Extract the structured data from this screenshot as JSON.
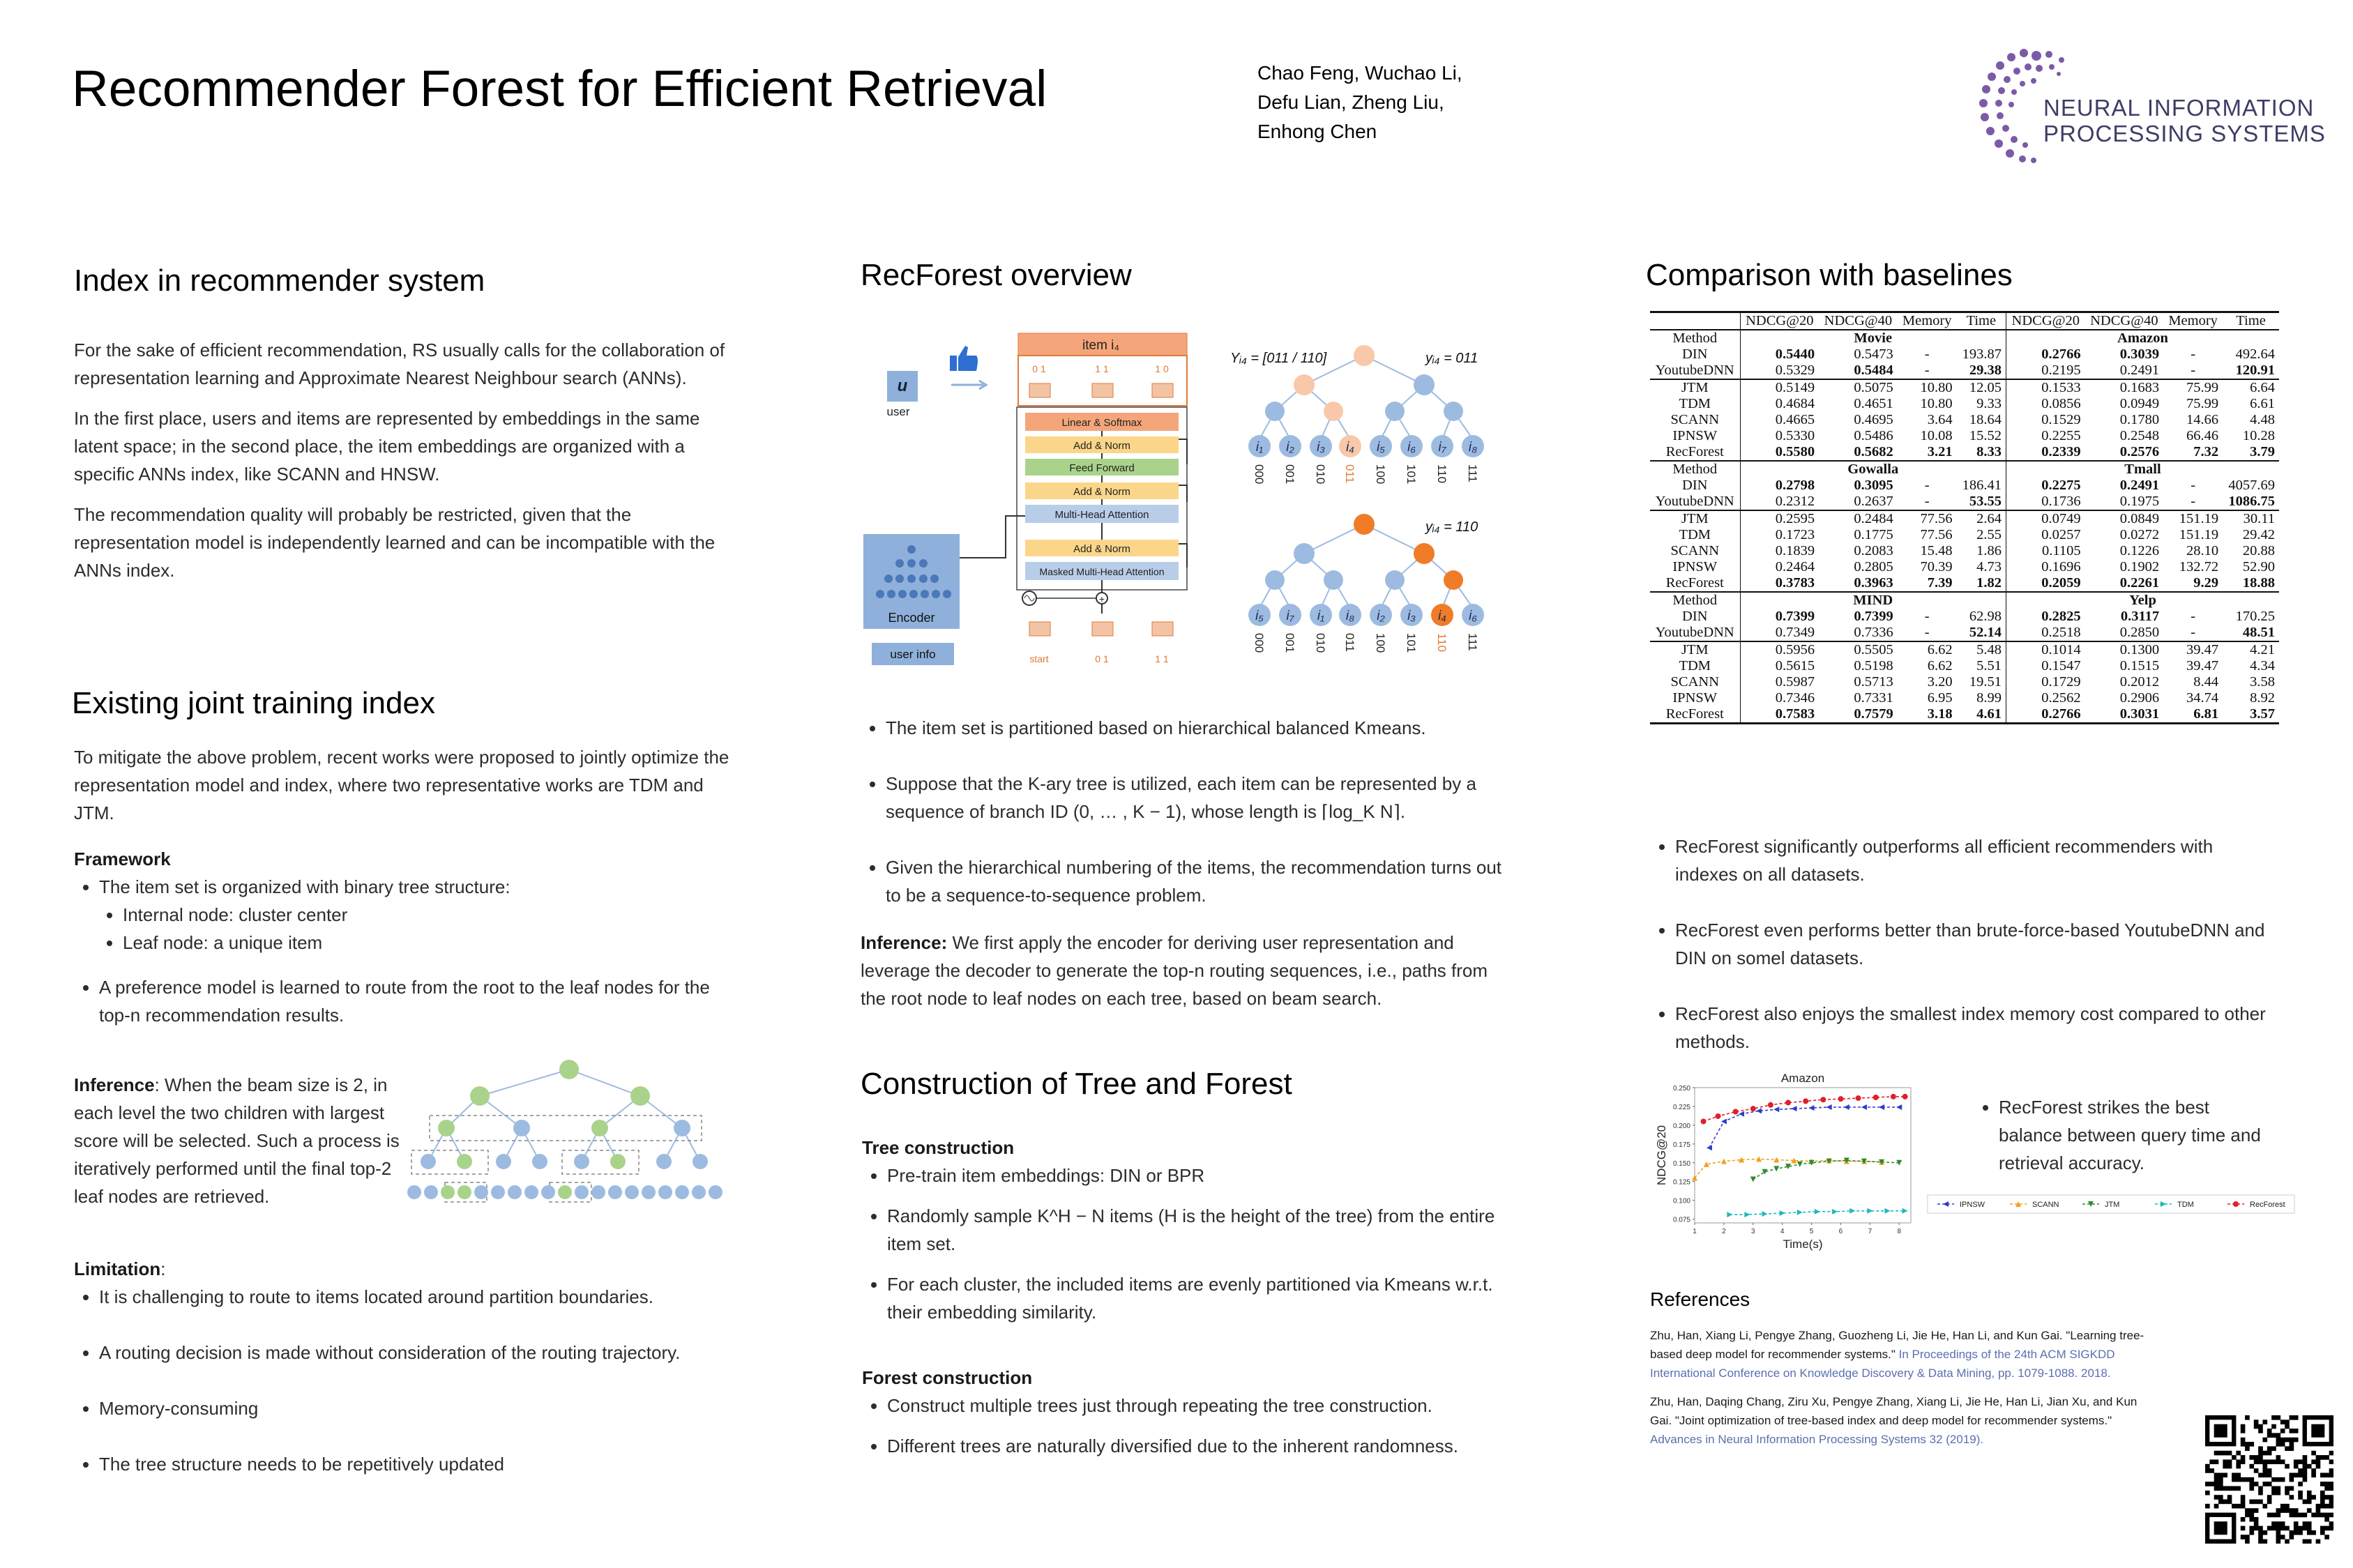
{
  "header": {
    "title": "Recommender Forest for Efficient Retrieval",
    "authors": [
      "Chao Feng, Wuchao Li,",
      "Defu Lian, Zheng Liu,",
      "Enhong Chen"
    ],
    "logo_lines": [
      "NEURAL INFORMATION",
      "PROCESSING SYSTEMS"
    ],
    "logo_color": "#7b5aa6"
  },
  "col1": {
    "index_title": "Index in recommender system",
    "index_paras": [
      "For the sake of efficient recommendation, RS usually calls for the collaboration of representation learning and Approximate Nearest Neighbour search (ANNs).",
      "In the first place, users and items are represented by embeddings in the same latent space; in the second place, the item embeddings are organized with a specific ANNs index, like SCANN and HNSW.",
      "The recommendation quality will probably be restricted, given that the representation model is independently learned and can be incompatible with the ANNs index."
    ],
    "joint_title": "Existing joint training index",
    "joint_para": "To mitigate the above problem, recent works were proposed to jointly optimize the representation model and index, where two representative works are TDM and JTM.",
    "framework_label": "Framework",
    "framework_item1": "The item set is organized with binary tree structure:",
    "framework_sub": [
      "Internal node: cluster center",
      "Leaf node: a unique item"
    ],
    "framework_item2": "A preference model is learned to route from the root to the leaf nodes for the top-n recommendation results.",
    "inference_label": "Inference",
    "inference_text": ": When the beam size is 2, in each level the two children with largest score will be selected. Such a process is iteratively performed until the final top-2 leaf nodes are retrieved.",
    "limitation_label": "Limitation",
    "limitation_colon": ":",
    "limitations": [
      "It is challenging to route to items located around partition boundaries.",
      "A routing decision is made without consideration of the routing trajectory.",
      "Memory-consuming",
      "The tree structure needs to be repetitively updated"
    ]
  },
  "col2": {
    "overview_title": "RecForest overview",
    "diagram": {
      "item_label": "item  i₄",
      "user_label": "user",
      "u_symbol": "u",
      "layers": [
        "Linear & Softmax",
        "Add & Norm",
        "Feed Forward",
        "Add & Norm",
        "Multi-Head Attention",
        "Add & Norm",
        "Masked Multi-Head Attention"
      ],
      "encoder_label": "Encoder",
      "userinfo_label": "user info",
      "dec_inputs": [
        "start",
        "0 1",
        "1 1"
      ],
      "dec_outputs": [
        "0 1",
        "1 1",
        "1 0"
      ],
      "Y_label": "Yᵢ₄ = [011 / 110]",
      "y1_label": "yᵢ₄ = 011",
      "y2_label": "yᵢ₄ = 110",
      "tree1_items": [
        "i₁",
        "i₂",
        "i₃",
        "i₄",
        "i₅",
        "i₆",
        "i₇",
        "i₈"
      ],
      "tree2_items": [
        "i₅",
        "i₇",
        "i₁",
        "i₈",
        "i₂",
        "i₃",
        "i₄",
        "i₆"
      ],
      "codes": [
        "000",
        "001",
        "010",
        "011",
        "100",
        "101",
        "110",
        "111"
      ]
    },
    "bullets": [
      "The item set is partitioned based on hierarchical balanced Kmeans.",
      "Suppose that the K-ary tree is utilized, each item can be represented by a sequence of branch ID (0, … , K − 1), whose length is ⌈log_K N⌉.",
      "Given the hierarchical numbering of the items, the recommendation turns out to be a sequence-to-sequence problem."
    ],
    "inference_label": "Inference:",
    "inference_text": " We first apply the encoder for deriving user representation and leverage the decoder to generate the top-n routing sequences, i.e., paths from the root node to leaf nodes on each tree, based on beam search.",
    "construction_title": "Construction of Tree and Forest",
    "tree_label": "Tree construction",
    "tree_bullets": [
      "Pre-train item embeddings: DIN or BPR",
      "Randomly sample K^H − N items (H is the height of the tree) from the entire item set.",
      "For each cluster, the included items are evenly partitioned via Kmeans w.r.t. their embedding similarity."
    ],
    "forest_label": "Forest construction",
    "forest_bullets": [
      "Construct multiple trees just through repeating the tree construction.",
      "Different trees are naturally diversified due to the inherent randomness."
    ]
  },
  "col3": {
    "comparison_title": "Comparison with baselines",
    "table": {
      "header": [
        "",
        "NDCG@20",
        "NDCG@40",
        "Memory",
        "Time",
        "NDCG@20",
        "NDCG@40",
        "Memory",
        "Time"
      ],
      "method_label": "Method",
      "groups": [
        {
          "datasets": [
            "Movie",
            "Amazon"
          ],
          "top": [
            [
              "DIN",
              "0.5440",
              "0.5473",
              "-",
              "193.87",
              "0.2766",
              "0.3039",
              "-",
              "492.64"
            ],
            [
              "YoutubeDNN",
              "0.5329",
              "0.5484",
              "-",
              "29.38",
              "0.2195",
              "0.2491",
              "-",
              "120.91"
            ]
          ],
          "bottom": [
            [
              "JTM",
              "0.5149",
              "0.5075",
              "10.80",
              "12.05",
              "0.1533",
              "0.1683",
              "75.99",
              "6.64"
            ],
            [
              "TDM",
              "0.4684",
              "0.4651",
              "10.80",
              "9.33",
              "0.0856",
              "0.0949",
              "75.99",
              "6.61"
            ],
            [
              "SCANN",
              "0.4665",
              "0.4695",
              "3.64",
              "18.64",
              "0.1529",
              "0.1780",
              "14.66",
              "4.48"
            ],
            [
              "IPNSW",
              "0.5330",
              "0.5486",
              "10.08",
              "15.52",
              "0.2255",
              "0.2548",
              "66.46",
              "10.28"
            ],
            [
              "RecForest",
              "0.5580",
              "0.5682",
              "3.21",
              "8.33",
              "0.2339",
              "0.2576",
              "7.32",
              "3.79"
            ]
          ]
        },
        {
          "datasets": [
            "Gowalla",
            "Tmall"
          ],
          "top": [
            [
              "DIN",
              "0.2798",
              "0.3095",
              "-",
              "186.41",
              "0.2275",
              "0.2491",
              "-",
              "4057.69"
            ],
            [
              "YoutubeDNN",
              "0.2312",
              "0.2637",
              "-",
              "53.55",
              "0.1736",
              "0.1975",
              "-",
              "1086.75"
            ]
          ],
          "bottom": [
            [
              "JTM",
              "0.2595",
              "0.2484",
              "77.56",
              "2.64",
              "0.0749",
              "0.0849",
              "151.19",
              "30.11"
            ],
            [
              "TDM",
              "0.1723",
              "0.1775",
              "77.56",
              "2.55",
              "0.0257",
              "0.0272",
              "151.19",
              "29.42"
            ],
            [
              "SCANN",
              "0.1839",
              "0.2083",
              "15.48",
              "1.86",
              "0.1105",
              "0.1226",
              "28.10",
              "20.88"
            ],
            [
              "IPNSW",
              "0.2464",
              "0.2805",
              "70.39",
              "4.73",
              "0.1696",
              "0.1902",
              "132.72",
              "52.90"
            ],
            [
              "RecForest",
              "0.3783",
              "0.3963",
              "7.39",
              "1.82",
              "0.2059",
              "0.2261",
              "9.29",
              "18.88"
            ]
          ]
        },
        {
          "datasets": [
            "MIND",
            "Yelp"
          ],
          "top": [
            [
              "DIN",
              "0.7399",
              "0.7399",
              "-",
              "62.98",
              "0.2825",
              "0.3117",
              "-",
              "170.25"
            ],
            [
              "YoutubeDNN",
              "0.7349",
              "0.7336",
              "-",
              "52.14",
              "0.2518",
              "0.2850",
              "-",
              "48.51"
            ]
          ],
          "bottom": [
            [
              "JTM",
              "0.5956",
              "0.5505",
              "6.62",
              "5.48",
              "0.1014",
              "0.1300",
              "39.47",
              "4.21"
            ],
            [
              "TDM",
              "0.5615",
              "0.5198",
              "6.62",
              "5.51",
              "0.1547",
              "0.1515",
              "39.47",
              "4.34"
            ],
            [
              "SCANN",
              "0.5987",
              "0.5713",
              "3.20",
              "19.51",
              "0.1729",
              "0.2012",
              "8.44",
              "3.58"
            ],
            [
              "IPNSW",
              "0.7346",
              "0.7331",
              "6.95",
              "8.99",
              "0.2562",
              "0.2906",
              "34.74",
              "8.92"
            ],
            [
              "RecForest",
              "0.7583",
              "0.7579",
              "3.18",
              "4.61",
              "0.2766",
              "0.3031",
              "6.81",
              "3.57"
            ]
          ]
        }
      ]
    },
    "bullets": [
      "RecForest significantly outperforms all efficient recommenders with indexes on all datasets.",
      "RecForest even performs better than brute-force-based YoutubeDNN and DIN on somel datasets.",
      "RecForest also enjoys the smallest index memory cost compared to other methods."
    ],
    "chart_bullet": "RecForest strikes the best balance between query time and retrieval accuracy.",
    "references_title": "References",
    "ref1_main": "Zhu, Han, Xiang Li, Pengye Zhang, Guozheng Li, Jie He, Han Li, and Kun Gai. \"Learning tree-based deep model for recommender systems.\"",
    "ref1_venue": " In Proceedings of the 24th ACM SIGKDD International Conference on Knowledge Discovery & Data Mining, pp. 1079-1088. 2018.",
    "ref2_main": "Zhu, Han, Daqing Chang, Ziru Xu, Pengye Zhang, Xiang Li, Jie He, Han Li, Jian Xu, and Kun Gai. \"Joint optimization of tree-based index and deep model for recommender systems.\"",
    "ref2_venue": " Advances in Neural Information Processing Systems 32 (2019)."
  },
  "chart_data": {
    "type": "line",
    "title": "Amazon",
    "xlabel": "Time(s)",
    "ylabel": "NDCG@20",
    "xlim": [
      1,
      8.4
    ],
    "ylim": [
      0.07,
      0.25
    ],
    "xticks": [
      1,
      2,
      3,
      4,
      5,
      6,
      7,
      8
    ],
    "yticks": [
      "0.075",
      "0.100",
      "0.125",
      "0.150",
      "0.175",
      "0.200",
      "0.225",
      "0.250"
    ],
    "series": [
      {
        "name": "IPNSW",
        "color": "#2a3ec9",
        "marker": "triangle-left",
        "x": [
          1.5,
          2.0,
          2.6,
          3.2,
          3.8,
          4.4,
          5.0,
          5.6,
          6.2,
          6.8,
          7.4,
          8.0
        ],
        "y": [
          0.17,
          0.205,
          0.215,
          0.219,
          0.221,
          0.222,
          0.223,
          0.224,
          0.224,
          0.224,
          0.224,
          0.224
        ]
      },
      {
        "name": "SCANN",
        "color": "#f0a020",
        "marker": "triangle-up",
        "x": [
          1.0,
          1.4,
          2.0,
          2.6,
          3.2,
          3.8,
          4.4,
          5.0,
          5.6,
          6.2,
          6.8,
          7.4
        ],
        "y": [
          0.13,
          0.148,
          0.152,
          0.154,
          0.155,
          0.154,
          0.153,
          0.152,
          0.153,
          0.152,
          0.152,
          0.151
        ]
      },
      {
        "name": "JTM",
        "color": "#2e8b2e",
        "marker": "triangle-down",
        "x": [
          3.0,
          3.4,
          3.8,
          4.2,
          4.6,
          5.0,
          5.6,
          6.2,
          6.8,
          7.4,
          8.0
        ],
        "y": [
          0.128,
          0.138,
          0.142,
          0.145,
          0.148,
          0.15,
          0.152,
          0.153,
          0.152,
          0.151,
          0.15
        ]
      },
      {
        "name": "TDM",
        "color": "#22b8b8",
        "marker": "triangle-right",
        "x": [
          2.2,
          2.8,
          3.4,
          4.0,
          4.6,
          5.2,
          5.8,
          6.4,
          7.0,
          7.6,
          8.2
        ],
        "y": [
          0.081,
          0.081,
          0.082,
          0.083,
          0.084,
          0.085,
          0.085,
          0.086,
          0.086,
          0.086,
          0.086
        ]
      },
      {
        "name": "RecForest",
        "color": "#e0202a",
        "marker": "circle",
        "x": [
          1.3,
          1.8,
          2.4,
          3.0,
          3.6,
          4.2,
          4.8,
          5.4,
          6.0,
          6.6,
          7.2,
          7.8,
          8.2
        ],
        "y": [
          0.205,
          0.212,
          0.218,
          0.222,
          0.227,
          0.23,
          0.232,
          0.234,
          0.235,
          0.236,
          0.237,
          0.238,
          0.238
        ]
      }
    ]
  }
}
